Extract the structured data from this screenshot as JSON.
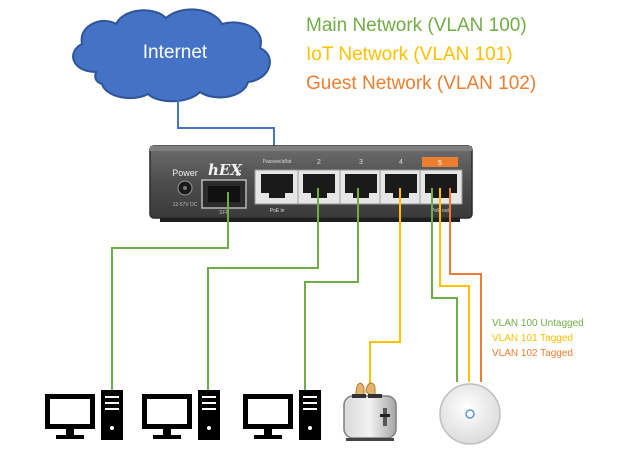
{
  "colors": {
    "main": "#70ad47",
    "iot": "#ffc000",
    "guest": "#ed7d31",
    "wan": "#4472c4",
    "cloud": "#4472c4"
  },
  "cloud": {
    "label": "Internet"
  },
  "legend": [
    {
      "text": "Main Network (VLAN 100)",
      "color": "#70ad47"
    },
    {
      "text": "IoT Network (VLAN 101)",
      "color": "#ffc000"
    },
    {
      "text": "Guest Network (VLAN 102)",
      "color": "#ed7d31"
    }
  ],
  "router": {
    "brand": "hEX",
    "brand_suffix": "S",
    "power_label": "Power",
    "power_spec": "12-57V DC",
    "sfp_label": "SFP",
    "port1_top": "Passive/af/at",
    "port1_bottom": "PoE in",
    "port_numbers": [
      "2",
      "3",
      "4",
      "5"
    ],
    "port5_bottom": "PoE out"
  },
  "ap_labels": [
    {
      "text": "VLAN 100 Untagged",
      "color": "#70ad47"
    },
    {
      "text": "VLAN 101 Tagged",
      "color": "#ffc000"
    },
    {
      "text": "VLAN 102 Tagged",
      "color": "#ed7d31"
    }
  ],
  "devices": {
    "computers": [
      "desktop-computer-icon",
      "desktop-computer-icon",
      "desktop-computer-icon"
    ],
    "toaster": "toaster-icon",
    "access_point": "wireless-access-point-icon"
  }
}
